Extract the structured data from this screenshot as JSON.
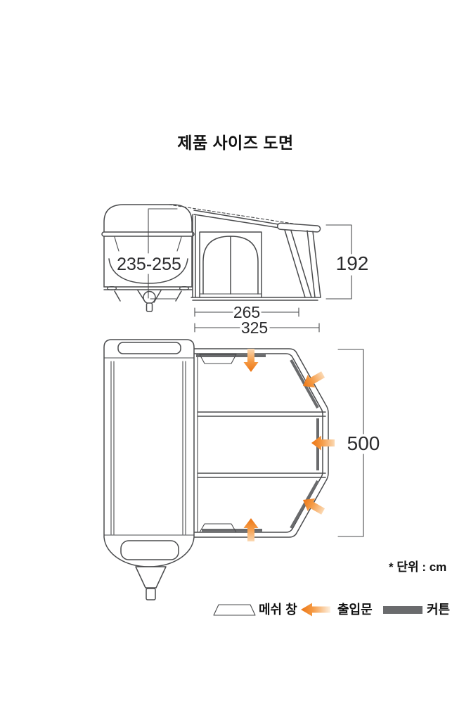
{
  "title": "제품 사이즈 도면",
  "unit_note": "* 단위 : cm",
  "colors": {
    "line": "#4a4b4d",
    "accent_orange": "#ec7514",
    "accent_orange_mid": "#f59a44",
    "accent_orange_light": "#fbd9b4",
    "accent_orange_faded": "#fdf0e0",
    "curtain_gray": "#6a6b6d"
  },
  "side_view": {
    "caravan_height_label": "235-255",
    "awning_height_label": "192",
    "awning_depth_label": "265",
    "awning_total_depth_label": "325"
  },
  "top_view": {
    "awning_width_label": "500"
  },
  "legend": [
    {
      "label": "메쉬 창"
    },
    {
      "label": "출입문"
    },
    {
      "label": "커튼"
    }
  ]
}
